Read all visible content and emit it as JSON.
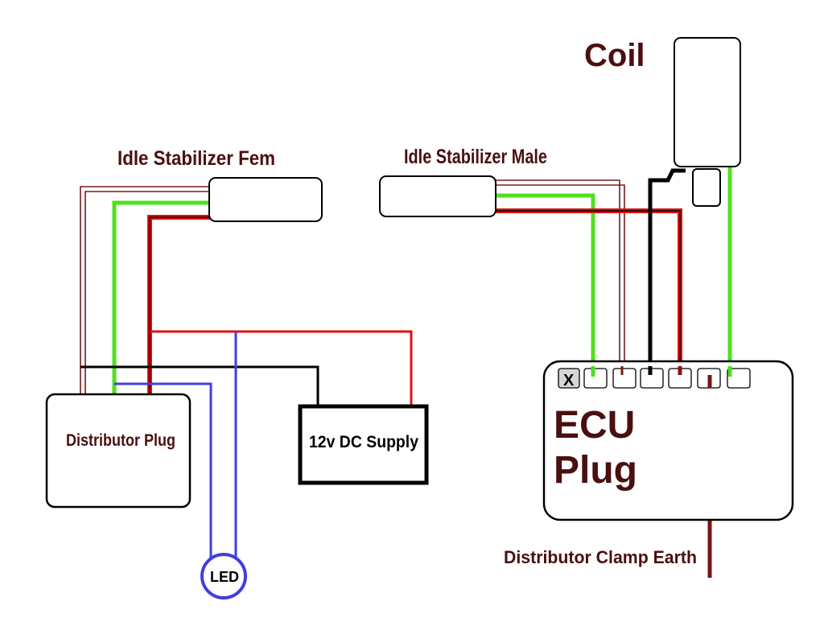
{
  "labels": {
    "coil": "Coil",
    "idle_stabilizer_fem": "Idle Stabilizer Fem",
    "idle_stabilizer_male": "Idle Stabilizer Male",
    "distributor_plug": "Distributor Plug",
    "dc_supply": "12v DC Supply",
    "ecu_line1": "ECU",
    "ecu_line2": "Plug",
    "ecu_pin_x": "X",
    "led": "LED",
    "distributor_clamp_earth": "Distributor Clamp Earth"
  },
  "colors": {
    "wire_green": "#4fe01e",
    "wire_red": "#e01010",
    "wire_darkred": "#8b1414",
    "wire_brown_pair": "#7a1a1a",
    "wire_black": "#000000",
    "wire_blue": "#3f3fe0",
    "label_text": "#4a0f0f"
  }
}
